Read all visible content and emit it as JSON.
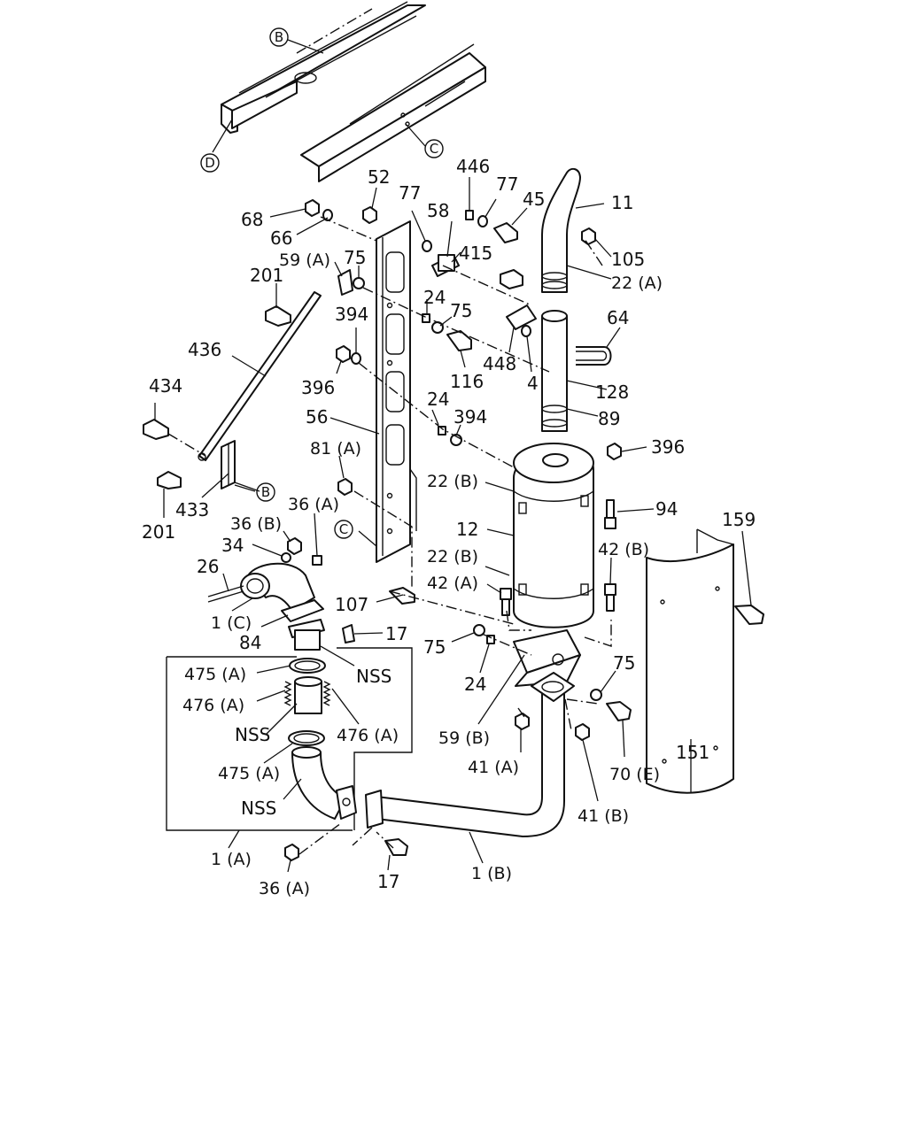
{
  "callouts": {
    "B_top": "B",
    "C_top": "C",
    "D": "D",
    "C_mid": "C",
    "B_mid": "B"
  },
  "labels": {
    "p446": "446",
    "p52": "52",
    "p77a": "77",
    "p77b": "77",
    "p45": "45",
    "p11": "11",
    "p58": "58",
    "p68": "68",
    "p66": "66",
    "p105": "105",
    "p59a": "59 (A)",
    "p75a": "75",
    "p415": "415",
    "p201a": "201",
    "p22a": "22 (A)",
    "p24a": "24",
    "p75b": "75",
    "p64": "64",
    "p394a": "394",
    "p436": "436",
    "p448": "448",
    "p116": "116",
    "p4": "4",
    "p128": "128",
    "p396a": "396",
    "p434": "434",
    "p24b": "24",
    "p89": "89",
    "p56": "56",
    "p394b": "394",
    "p396b": "396",
    "p81a": "81 (A)",
    "p22b1": "22 (B)",
    "p94": "94",
    "p433": "433",
    "p201b": "201",
    "p36b": "36 (B)",
    "p36a1": "36 (A)",
    "p159": "159",
    "p12": "12",
    "p34": "34",
    "p22b2": "22 (B)",
    "p42b": "42 (B)",
    "p26": "26",
    "p42a": "42 (A)",
    "p107": "107",
    "p1c": "1 (C)",
    "p17a": "17",
    "p84": "84",
    "p75c": "75",
    "p475a1": "475 (A)",
    "nss1": "NSS",
    "p24c": "24",
    "p75d": "75",
    "p476a1": "476 (A)",
    "p476a2": "476 (A)",
    "nss2": "NSS",
    "p59b": "59 (B)",
    "p41a": "41 (A)",
    "p70e": "70 (E)",
    "p151": "151",
    "p475a2": "475 (A)",
    "nss3": "NSS",
    "p41b": "41 (B)",
    "p1a": "1 (A)",
    "p36a2": "36 (A)",
    "p17b": "17",
    "p1b": "1 (B)"
  }
}
